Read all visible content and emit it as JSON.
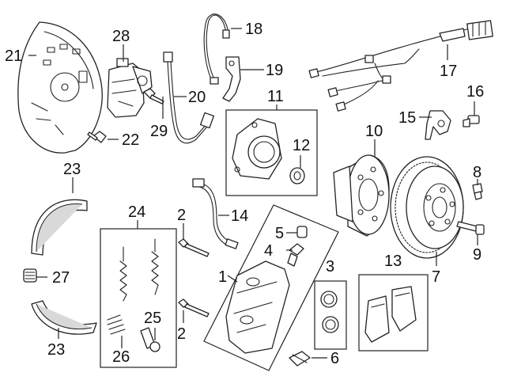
{
  "callouts": {
    "c1": "1",
    "c2a": "2",
    "c2b": "2",
    "c3": "3",
    "c4": "4",
    "c5": "5",
    "c6": "6",
    "c7": "7",
    "c8": "8",
    "c9": "9",
    "c10": "10",
    "c11": "11",
    "c12": "12",
    "c13": "13",
    "c14": "14",
    "c15": "15",
    "c16": "16",
    "c17": "17",
    "c18": "18",
    "c19": "19",
    "c20": "20",
    "c21": "21",
    "c22": "22",
    "c23a": "23",
    "c23b": "23",
    "c24": "24",
    "c25": "25",
    "c26": "26",
    "c27": "27",
    "c28": "28",
    "c29": "29"
  },
  "colors": {
    "line": "#222222",
    "background": "#ffffff",
    "shade": "#d9d9d9"
  }
}
